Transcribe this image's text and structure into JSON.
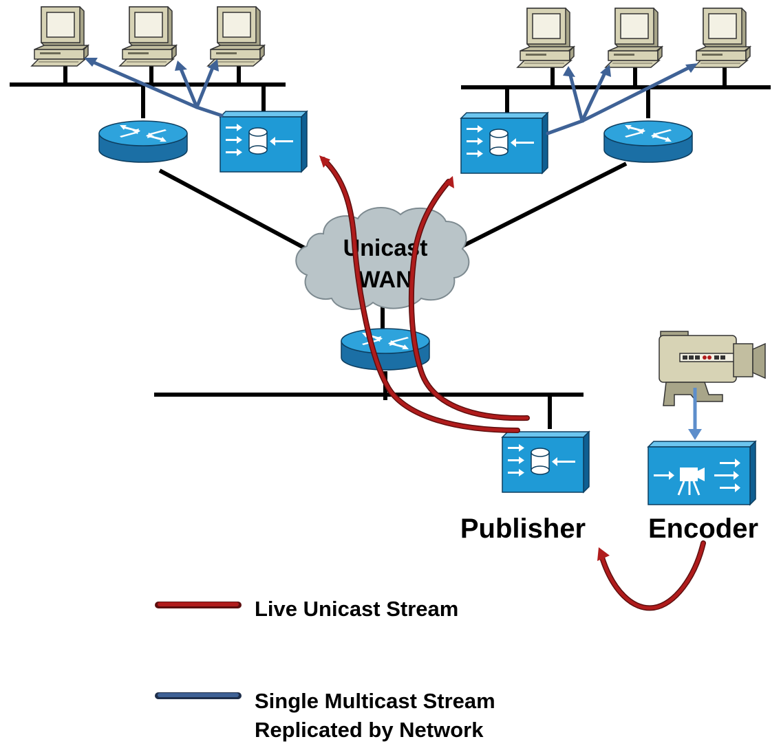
{
  "cloud": {
    "line1": "Unicast",
    "line2": "WAN"
  },
  "devices": {
    "publisher_label": "Publisher",
    "encoder_label": "Encoder"
  },
  "legend": {
    "live_unicast": "Live Unicast Stream",
    "multicast_line1": "Single Multicast Stream",
    "multicast_line2": "Replicated by Network"
  },
  "colors": {
    "unicast_stream": "#b01c1c",
    "multicast_stream": "#3f6296",
    "device_blue": "#1f9ad6",
    "cloud": "#b9c4c8",
    "computer": "#d7d3b5"
  }
}
